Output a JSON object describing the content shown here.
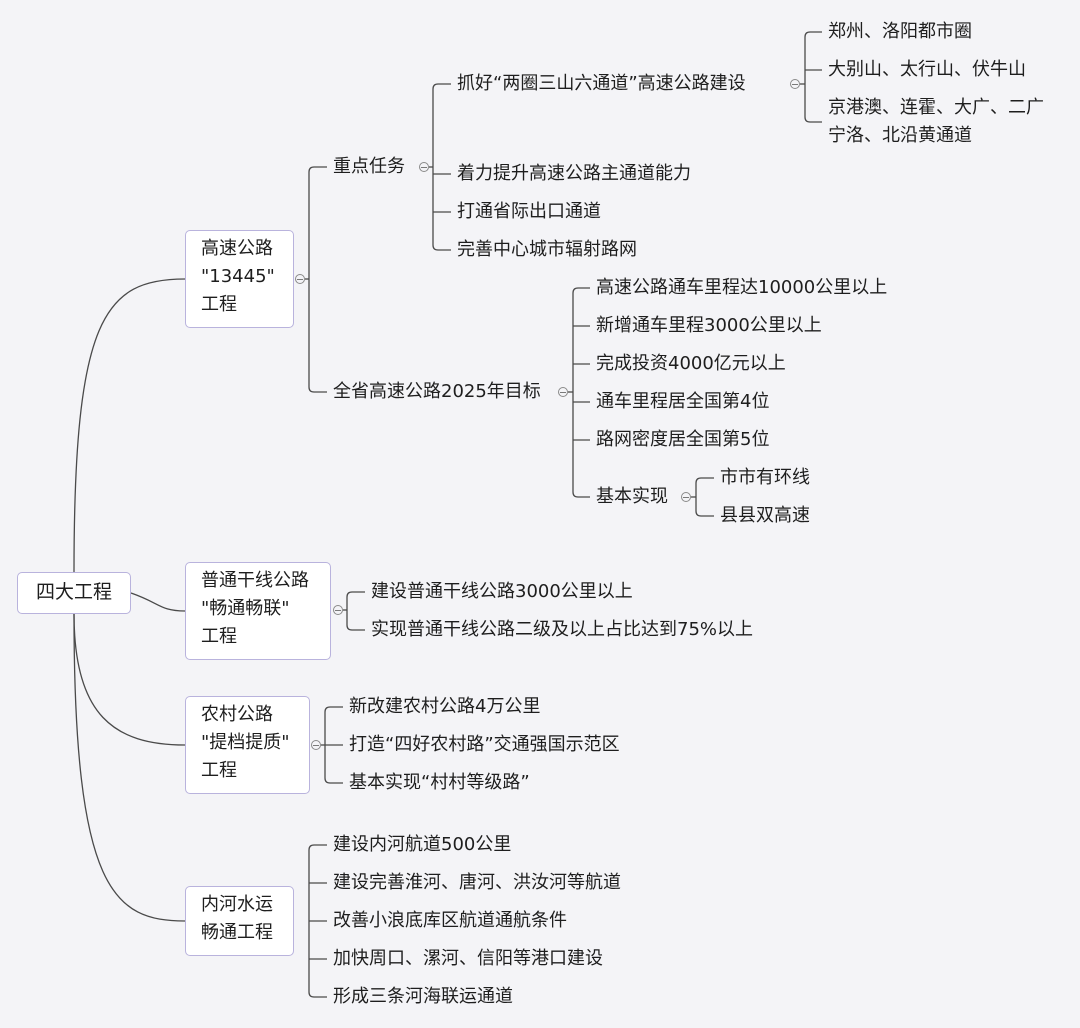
{
  "root": {
    "label": "四大工程"
  },
  "branches": [
    {
      "id": "gs",
      "lines": [
        "高速公路",
        "\"13445\"",
        "工程"
      ],
      "children": [
        {
          "id": "gs-zd",
          "label": "重点任务",
          "children": [
            {
              "id": "gs-zd-1",
              "label": "抓好“两圈三山六通道”高速公路建设",
              "children": [
                {
                  "id": "gs-zd-1-a",
                  "label": "郑州、洛阳都市圈"
                },
                {
                  "id": "gs-zd-1-b",
                  "label": "大别山、太行山、伏牛山"
                },
                {
                  "id": "gs-zd-1-c",
                  "lines": [
                    "京港澳、连霍、大广、二广",
                    "宁洛、北沿黄通道"
                  ]
                }
              ]
            },
            {
              "id": "gs-zd-2",
              "label": "着力提升高速公路主通道能力"
            },
            {
              "id": "gs-zd-3",
              "label": "打通省际出口通道"
            },
            {
              "id": "gs-zd-4",
              "label": "完善中心城市辐射路网"
            }
          ]
        },
        {
          "id": "gs-mb",
          "label": "全省高速公路2025年目标",
          "children": [
            {
              "id": "gs-mb-1",
              "label": "高速公路通车里程达10000公里以上"
            },
            {
              "id": "gs-mb-2",
              "label": "新增通车里程3000公里以上"
            },
            {
              "id": "gs-mb-3",
              "label": "完成投资4000亿元以上"
            },
            {
              "id": "gs-mb-4",
              "label": "通车里程居全国第4位"
            },
            {
              "id": "gs-mb-5",
              "label": "路网密度居全国第5位"
            },
            {
              "id": "gs-mb-6",
              "label": "基本实现",
              "children": [
                {
                  "id": "gs-mb-6-a",
                  "label": "市市有环线"
                },
                {
                  "id": "gs-mb-6-b",
                  "label": "县县双高速"
                }
              ]
            }
          ]
        }
      ]
    },
    {
      "id": "pt",
      "lines": [
        "普通干线公路",
        "\"畅通畅联\"",
        "工程"
      ],
      "children": [
        {
          "id": "pt-1",
          "label": "建设普通干线公路3000公里以上"
        },
        {
          "id": "pt-2",
          "label": "实现普通干线公路二级及以上占比达到75%以上"
        }
      ]
    },
    {
      "id": "nc",
      "lines": [
        "农村公路",
        "\"提档提质\"",
        "工程"
      ],
      "children": [
        {
          "id": "nc-1",
          "label": "新改建农村公路4万公里"
        },
        {
          "id": "nc-2",
          "label": "打造“四好农村路”交通强国示范区"
        },
        {
          "id": "nc-3",
          "label": "基本实现“村村等级路”"
        }
      ]
    },
    {
      "id": "nh",
      "lines": [
        "内河水运",
        "畅通工程"
      ],
      "children": [
        {
          "id": "nh-1",
          "label": "建设内河航道500公里"
        },
        {
          "id": "nh-2",
          "label": "建设完善淮河、唐河、洪汝河等航道"
        },
        {
          "id": "nh-3",
          "label": "改善小浪底库区航道通航条件"
        },
        {
          "id": "nh-4",
          "label": "加快周口、漯河、信阳等港口建设"
        },
        {
          "id": "nh-5",
          "label": "形成三条河海联运通道"
        }
      ]
    }
  ],
  "colors": {
    "background": "#f4f4f7",
    "box_border": "#b9b3dd",
    "line": "#4a4a4a",
    "text": "#1e1e1e"
  }
}
